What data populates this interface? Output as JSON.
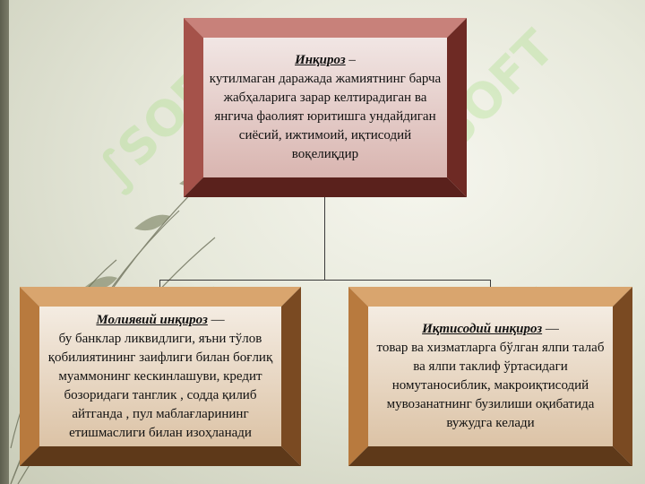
{
  "diagram": {
    "root": {
      "term": "Инқироз",
      "dash": " –",
      "description": "кутилмаган даражада жамиятнинг барча жабҳаларига зарар келтирадиган ва янгича фаолият юритишга ундайдиган сиёсий, ижтимоий, иқтисодий воқелиқдир"
    },
    "children": [
      {
        "term": "Молиявий инқироз",
        "dash": "  —",
        "description": "бу банклар ликвидлиги, яъни тўлов қобилиятининг заифлиги билан боғлиқ муаммонинг кескинлашуви, кредит бозоридаги танглик , содда қилиб айтганда , пул маблағларининг етишмаслиги билан изоҳланади"
      },
      {
        "term": "Иқтисодий инқироз",
        "dash": " —",
        "description": "товар ва хизматларга бўлган ялпи талаб ва ялпи таклиф ўртасидаги номутаносиблик, макроиқтисодий мувозанатнинг бузилиши оқибатида вужудга келади"
      }
    ]
  },
  "watermark": {
    "text": "SOFT",
    "color": "#96dc6e"
  },
  "colors": {
    "root_frame": "#8a3c34",
    "child_frame": "#a0612a",
    "connector": "#3a3a3a"
  }
}
